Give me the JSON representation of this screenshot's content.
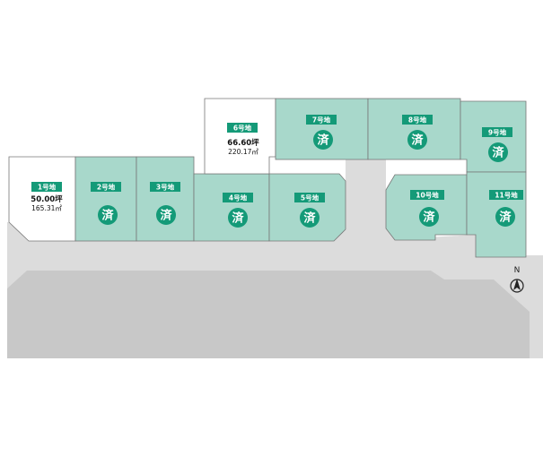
{
  "lots": [
    {
      "label": "1号地",
      "status": "available",
      "area_tsubo": "50.00坪",
      "area_sqm": "165.31㎡"
    },
    {
      "label": "2号地",
      "status": "sold",
      "sold_mark": "済"
    },
    {
      "label": "3号地",
      "status": "sold",
      "sold_mark": "済"
    },
    {
      "label": "4号地",
      "status": "sold",
      "sold_mark": "済"
    },
    {
      "label": "5号地",
      "status": "sold",
      "sold_mark": "済"
    },
    {
      "label": "6号地",
      "status": "available",
      "area_tsubo": "66.60坪",
      "area_sqm": "220.17㎡"
    },
    {
      "label": "7号地",
      "status": "sold",
      "sold_mark": "済"
    },
    {
      "label": "8号地",
      "status": "sold",
      "sold_mark": "済"
    },
    {
      "label": "9号地",
      "status": "sold",
      "sold_mark": "済"
    },
    {
      "label": "10号地",
      "status": "sold",
      "sold_mark": "済"
    },
    {
      "label": "11号地",
      "status": "sold",
      "sold_mark": "済"
    }
  ],
  "compass": {
    "label": "N",
    "icon": "north-arrow-icon"
  },
  "colors": {
    "sold_fill": "#a8d8cb",
    "available_fill": "#ffffff",
    "badge": "#149a78",
    "road_light": "#dcdcdc",
    "road_dark": "#c8c8c8",
    "lot_border": "#777777"
  }
}
